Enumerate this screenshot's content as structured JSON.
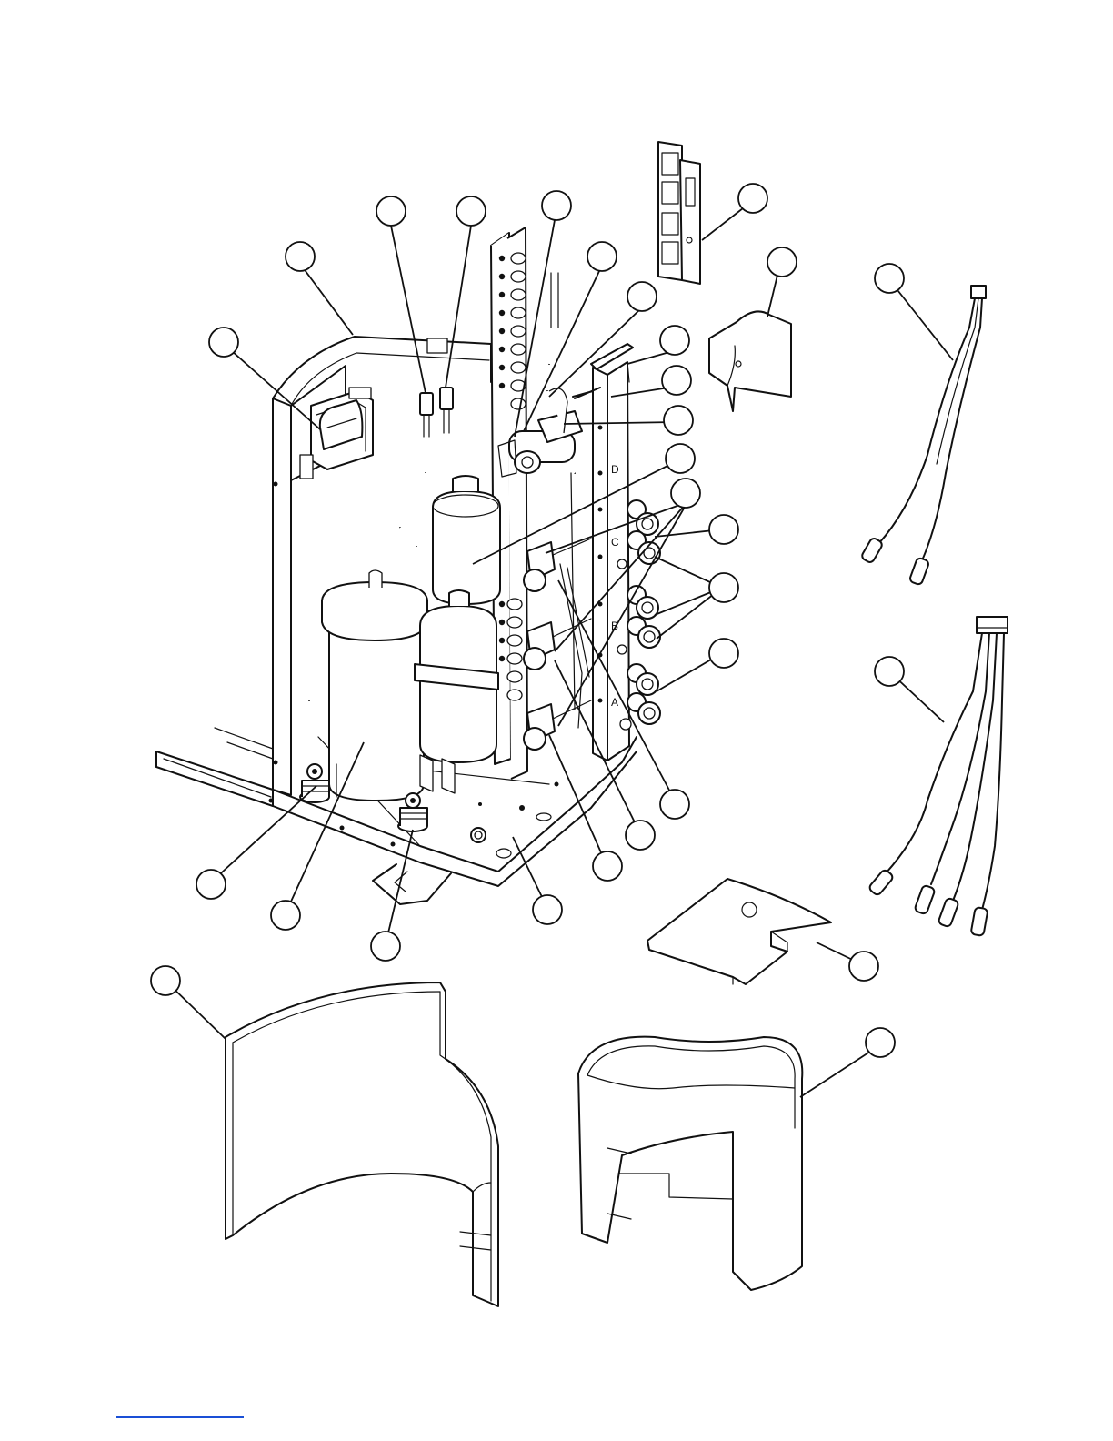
{
  "figure": {
    "callouts": [
      {
        "id": "c1"
      },
      {
        "id": "c2"
      },
      {
        "id": "c3"
      },
      {
        "id": "c4"
      },
      {
        "id": "c5"
      },
      {
        "id": "c6"
      },
      {
        "id": "c7"
      },
      {
        "id": "c8"
      },
      {
        "id": "c9"
      },
      {
        "id": "c10"
      },
      {
        "id": "c11"
      },
      {
        "id": "c12"
      },
      {
        "id": "c13"
      },
      {
        "id": "c14"
      },
      {
        "id": "c15"
      },
      {
        "id": "c16"
      },
      {
        "id": "c17"
      },
      {
        "id": "c18"
      },
      {
        "id": "c19"
      },
      {
        "id": "c20"
      },
      {
        "id": "c21"
      },
      {
        "id": "c22"
      },
      {
        "id": "c23"
      },
      {
        "id": "c24"
      },
      {
        "id": "c25"
      },
      {
        "id": "c26"
      },
      {
        "id": "c27"
      },
      {
        "id": "c28"
      },
      {
        "id": "c29"
      },
      {
        "id": "c30"
      }
    ],
    "panel_letters": [
      "D",
      "C",
      "B",
      "A"
    ]
  },
  "footer": {
    "rule_color": "#1a4fd6"
  }
}
